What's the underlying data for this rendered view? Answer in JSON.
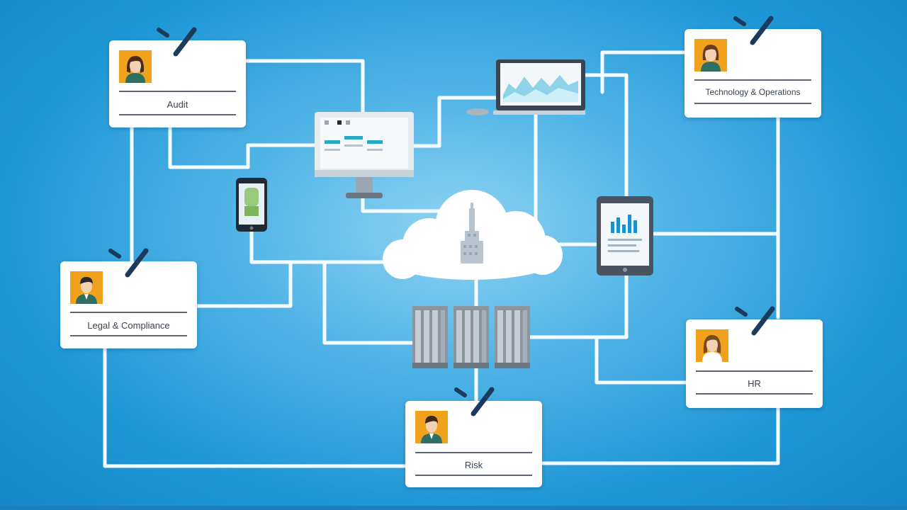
{
  "colors": {
    "background": "#1f97d6",
    "connector": "#ffffff",
    "card": "#ffffff",
    "avatar_bg": "#f0a21f",
    "pin": "#1b3a5c",
    "server": "#8c96a0"
  },
  "cards": [
    {
      "id": "audit",
      "label": "Audit",
      "avatar": "female-avatar-icon"
    },
    {
      "id": "tech",
      "label": "Technology & Operations",
      "avatar": "female-avatar-icon"
    },
    {
      "id": "legal",
      "label": "Legal & Compliance",
      "avatar": "male-avatar-icon"
    },
    {
      "id": "hr",
      "label": "HR",
      "avatar": "female-avatar-icon"
    },
    {
      "id": "risk",
      "label": "Risk",
      "avatar": "male-avatar-icon"
    }
  ],
  "devices": [
    "desktop-monitor-icon",
    "laptop-icon",
    "smartphone-icon",
    "tablet-icon",
    "cloud-icon",
    "server-rack-icon"
  ]
}
